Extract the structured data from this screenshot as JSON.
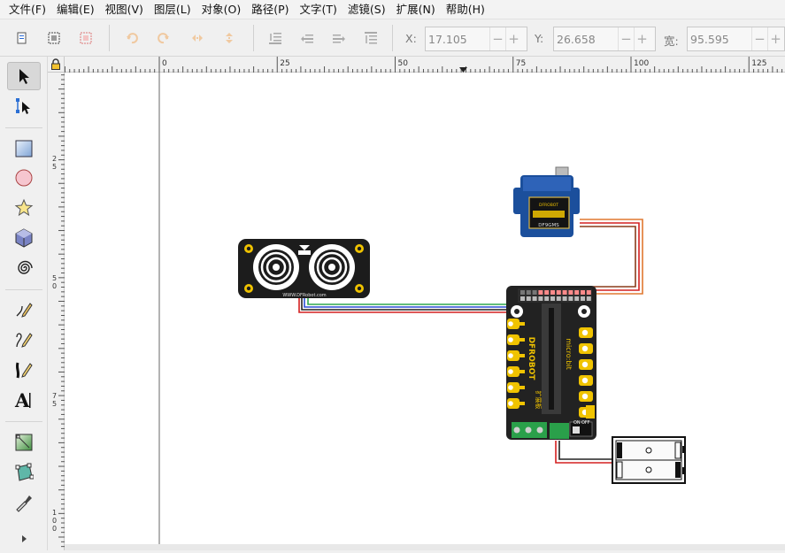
{
  "menu": [
    "文件(F)",
    "编辑(E)",
    "视图(V)",
    "图层(L)",
    "对象(O)",
    "路径(P)",
    "文字(T)",
    "滤镜(S)",
    "扩展(N)",
    "帮助(H)"
  ],
  "coords": {
    "x_label": "X:",
    "x_value": "17.105",
    "y_label": "Y:",
    "y_value": "26.658",
    "w_label": "宽:",
    "w_value": "95.595"
  },
  "steppers": {
    "minus": "−",
    "plus": "+"
  },
  "hruler_labels": [
    "0",
    "25",
    "50",
    "75",
    "100",
    "125"
  ],
  "vruler_labels": [
    {
      "top": "2",
      "bottom": "5"
    },
    {
      "top": "5",
      "bottom": "0"
    },
    {
      "top": "7",
      "bottom": "5"
    },
    {
      "top": "1",
      "mid": "0",
      "bottom": "0"
    }
  ],
  "canvas": {
    "sensor_url": "WWW.DFRobot.com",
    "servo_label": "DF9GMS",
    "servo_brand": "DFROBOT",
    "board_brand": "DFROBOT",
    "board_name": "micro:bit",
    "board_cn": "扩展板",
    "switch_on": "ON",
    "switch_off": "OFF"
  },
  "colors": {
    "accent": "#f0c300",
    "board": "#222222",
    "servo_blue": "#1b4f9c",
    "wire_red": "#d42020",
    "wire_green": "#2fa84f",
    "wire_blue": "#2b4fd6",
    "wire_orange": "#e07830"
  }
}
